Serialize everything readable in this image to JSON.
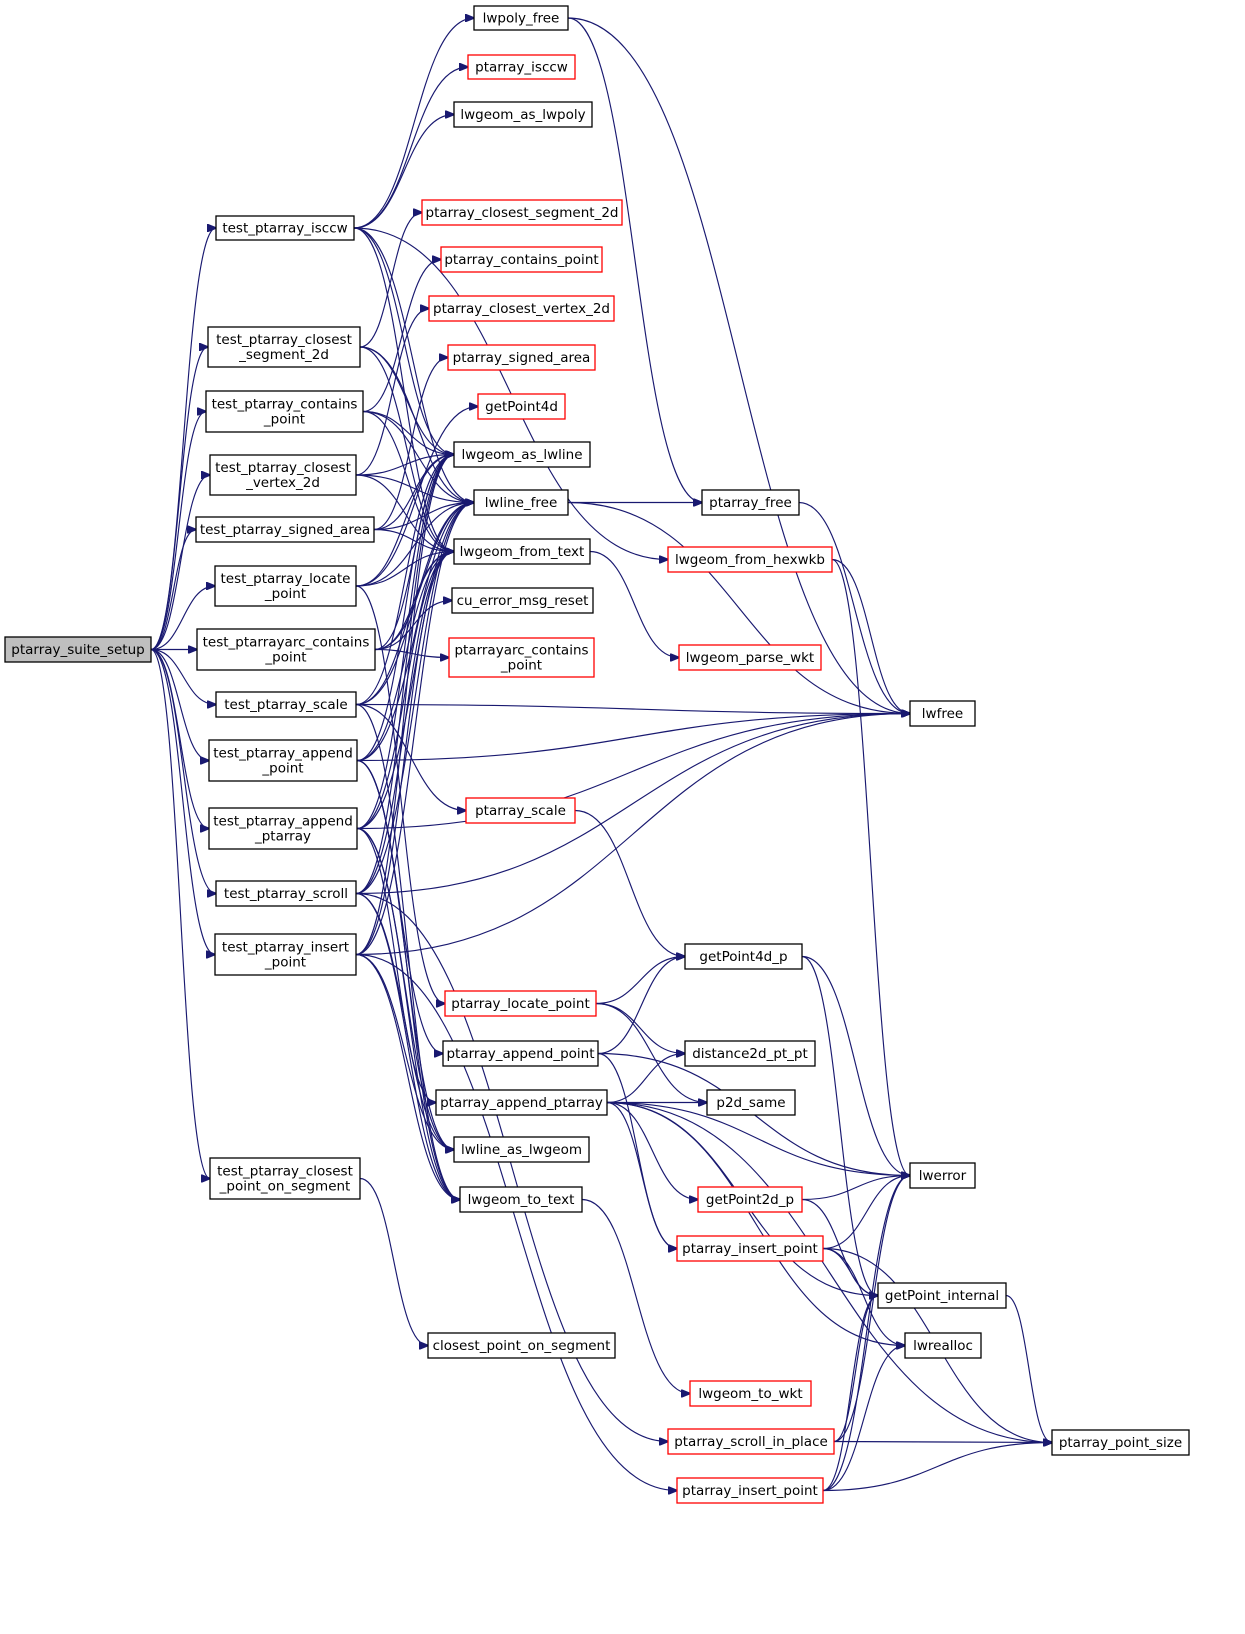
{
  "diagram": {
    "type": "call-graph",
    "root": "ptarray_suite_setup",
    "nodes": {
      "root": {
        "lines": [
          "ptarray_suite_setup"
        ],
        "style": "root"
      },
      "t_isccw": {
        "lines": [
          "test_ptarray_isccw"
        ],
        "style": "black"
      },
      "t_csd": {
        "lines": [
          "test_ptarray_closest",
          "_segment_2d"
        ],
        "style": "black"
      },
      "t_cp": {
        "lines": [
          "test_ptarray_contains",
          "_point"
        ],
        "style": "black"
      },
      "t_cv": {
        "lines": [
          "test_ptarray_closest",
          "_vertex_2d"
        ],
        "style": "black"
      },
      "t_sa": {
        "lines": [
          "test_ptarray_signed_area"
        ],
        "style": "black"
      },
      "t_lp": {
        "lines": [
          "test_ptarray_locate",
          "_point"
        ],
        "style": "black"
      },
      "t_acp": {
        "lines": [
          "test_ptarrayarc_contains",
          "_point"
        ],
        "style": "black"
      },
      "t_scale": {
        "lines": [
          "test_ptarray_scale"
        ],
        "style": "black"
      },
      "t_ap": {
        "lines": [
          "test_ptarray_append",
          "_point"
        ],
        "style": "black"
      },
      "t_apa": {
        "lines": [
          "test_ptarray_append",
          "_ptarray"
        ],
        "style": "black"
      },
      "t_scroll": {
        "lines": [
          "test_ptarray_scroll"
        ],
        "style": "black"
      },
      "t_ip": {
        "lines": [
          "test_ptarray_insert",
          "_point"
        ],
        "style": "black"
      },
      "t_cpos": {
        "lines": [
          "test_ptarray_closest",
          "_point_on_segment"
        ],
        "style": "black"
      },
      "lwpoly_free": {
        "lines": [
          "lwpoly_free"
        ],
        "style": "black"
      },
      "ptarray_isccw": {
        "lines": [
          "ptarray_isccw"
        ],
        "style": "red"
      },
      "lwgeom_as_lwpoly": {
        "lines": [
          "lwgeom_as_lwpoly"
        ],
        "style": "black"
      },
      "ptarray_closest_segment_2d": {
        "lines": [
          "ptarray_closest_segment_2d"
        ],
        "style": "red"
      },
      "ptarray_contains_point": {
        "lines": [
          "ptarray_contains_point"
        ],
        "style": "red"
      },
      "ptarray_closest_vertex_2d": {
        "lines": [
          "ptarray_closest_vertex_2d"
        ],
        "style": "red"
      },
      "ptarray_signed_area": {
        "lines": [
          "ptarray_signed_area"
        ],
        "style": "red"
      },
      "getPoint4d": {
        "lines": [
          "getPoint4d"
        ],
        "style": "red"
      },
      "lwgeom_as_lwline": {
        "lines": [
          "lwgeom_as_lwline"
        ],
        "style": "black"
      },
      "lwline_free": {
        "lines": [
          "lwline_free"
        ],
        "style": "black"
      },
      "lwgeom_from_text": {
        "lines": [
          "lwgeom_from_text"
        ],
        "style": "black"
      },
      "cu_error_msg_reset": {
        "lines": [
          "cu_error_msg_reset"
        ],
        "style": "black"
      },
      "ptarrayarc_contains_point": {
        "lines": [
          "ptarrayarc_contains",
          "_point"
        ],
        "style": "red"
      },
      "ptarray_scale": {
        "lines": [
          "ptarray_scale"
        ],
        "style": "red"
      },
      "ptarray_locate_point": {
        "lines": [
          "ptarray_locate_point"
        ],
        "style": "red"
      },
      "ptarray_append_point": {
        "lines": [
          "ptarray_append_point"
        ],
        "style": "black"
      },
      "ptarray_append_ptarray": {
        "lines": [
          "ptarray_append_ptarray"
        ],
        "style": "black"
      },
      "lwline_as_lwgeom": {
        "lines": [
          "lwline_as_lwgeom"
        ],
        "style": "black"
      },
      "lwgeom_to_text": {
        "lines": [
          "lwgeom_to_text"
        ],
        "style": "black"
      },
      "closest_point_on_segment": {
        "lines": [
          "closest_point_on_segment"
        ],
        "style": "black"
      },
      "ptarray_free": {
        "lines": [
          "ptarray_free"
        ],
        "style": "black"
      },
      "lwgeom_from_hexwkb": {
        "lines": [
          "lwgeom_from_hexwkb"
        ],
        "style": "red"
      },
      "lwgeom_parse_wkt": {
        "lines": [
          "lwgeom_parse_wkt"
        ],
        "style": "red"
      },
      "getPoint4d_p": {
        "lines": [
          "getPoint4d_p"
        ],
        "style": "black"
      },
      "distance2d_pt_pt": {
        "lines": [
          "distance2d_pt_pt"
        ],
        "style": "black"
      },
      "p2d_same": {
        "lines": [
          "p2d_same"
        ],
        "style": "black"
      },
      "getPoint2d_p": {
        "lines": [
          "getPoint2d_p"
        ],
        "style": "red"
      },
      "ptarray_insert_point_a": {
        "lines": [
          "ptarray_insert_point"
        ],
        "style": "red"
      },
      "lwgeom_to_wkt": {
        "lines": [
          "lwgeom_to_wkt"
        ],
        "style": "red"
      },
      "ptarray_scroll_in_place": {
        "lines": [
          "ptarray_scroll_in_place"
        ],
        "style": "red"
      },
      "ptarray_insert_point_b": {
        "lines": [
          "ptarray_insert_point"
        ],
        "style": "red"
      },
      "lwfree": {
        "lines": [
          "lwfree"
        ],
        "style": "black"
      },
      "lwerror": {
        "lines": [
          "lwerror"
        ],
        "style": "black"
      },
      "getPoint_internal": {
        "lines": [
          "getPoint_internal"
        ],
        "style": "black"
      },
      "lwrealloc": {
        "lines": [
          "lwrealloc"
        ],
        "style": "black"
      },
      "ptarray_point_size": {
        "lines": [
          "ptarray_point_size"
        ],
        "style": "black"
      }
    },
    "edges": [
      [
        "root",
        "t_isccw"
      ],
      [
        "root",
        "t_csd"
      ],
      [
        "root",
        "t_cp"
      ],
      [
        "root",
        "t_cv"
      ],
      [
        "root",
        "t_sa"
      ],
      [
        "root",
        "t_lp"
      ],
      [
        "root",
        "t_acp"
      ],
      [
        "root",
        "t_scale"
      ],
      [
        "root",
        "t_ap"
      ],
      [
        "root",
        "t_apa"
      ],
      [
        "root",
        "t_scroll"
      ],
      [
        "root",
        "t_ip"
      ],
      [
        "root",
        "t_cpos"
      ],
      [
        "t_isccw",
        "lwpoly_free"
      ],
      [
        "t_isccw",
        "ptarray_isccw"
      ],
      [
        "t_isccw",
        "lwgeom_as_lwpoly"
      ],
      [
        "t_isccw",
        "lwgeom_from_hexwkb"
      ],
      [
        "t_isccw",
        "lwgeom_as_lwline"
      ],
      [
        "t_isccw",
        "lwline_free"
      ],
      [
        "t_isccw",
        "lwgeom_from_text"
      ],
      [
        "t_csd",
        "ptarray_closest_segment_2d"
      ],
      [
        "t_csd",
        "lwgeom_as_lwline"
      ],
      [
        "t_csd",
        "lwline_free"
      ],
      [
        "t_csd",
        "lwgeom_from_text"
      ],
      [
        "t_cp",
        "ptarray_contains_point"
      ],
      [
        "t_cp",
        "lwgeom_as_lwline"
      ],
      [
        "t_cp",
        "lwline_free"
      ],
      [
        "t_cp",
        "lwgeom_from_text"
      ],
      [
        "t_cv",
        "ptarray_closest_vertex_2d"
      ],
      [
        "t_cv",
        "lwgeom_as_lwline"
      ],
      [
        "t_cv",
        "lwline_free"
      ],
      [
        "t_cv",
        "lwgeom_from_text"
      ],
      [
        "t_sa",
        "ptarray_signed_area"
      ],
      [
        "t_sa",
        "lwline_free"
      ],
      [
        "t_sa",
        "lwgeom_from_text"
      ],
      [
        "t_sa",
        "lwgeom_as_lwline"
      ],
      [
        "t_lp",
        "getPoint4d"
      ],
      [
        "t_lp",
        "lwgeom_from_text"
      ],
      [
        "t_lp",
        "lwline_free"
      ],
      [
        "t_lp",
        "lwgeom_as_lwline"
      ],
      [
        "t_lp",
        "ptarray_locate_point"
      ],
      [
        "t_acp",
        "cu_error_msg_reset"
      ],
      [
        "t_acp",
        "ptarrayarc_contains_point"
      ],
      [
        "t_acp",
        "lwgeom_from_text"
      ],
      [
        "t_acp",
        "lwline_free"
      ],
      [
        "t_acp",
        "lwgeom_as_lwline"
      ],
      [
        "t_scale",
        "lwfree"
      ],
      [
        "t_scale",
        "ptarray_scale"
      ],
      [
        "t_scale",
        "lwgeom_from_text"
      ],
      [
        "t_scale",
        "lwline_free"
      ],
      [
        "t_scale",
        "lwgeom_as_lwline"
      ],
      [
        "t_scale",
        "lwgeom_to_text"
      ],
      [
        "t_ap",
        "lwfree"
      ],
      [
        "t_ap",
        "ptarray_append_point"
      ],
      [
        "t_ap",
        "lwline_as_lwgeom"
      ],
      [
        "t_ap",
        "lwgeom_to_text"
      ],
      [
        "t_ap",
        "lwgeom_from_text"
      ],
      [
        "t_ap",
        "lwline_free"
      ],
      [
        "t_ap",
        "lwgeom_as_lwline"
      ],
      [
        "t_apa",
        "lwfree"
      ],
      [
        "t_apa",
        "ptarray_append_ptarray"
      ],
      [
        "t_apa",
        "lwline_as_lwgeom"
      ],
      [
        "t_apa",
        "lwgeom_to_text"
      ],
      [
        "t_apa",
        "lwgeom_from_text"
      ],
      [
        "t_apa",
        "lwline_free"
      ],
      [
        "t_apa",
        "lwgeom_as_lwline"
      ],
      [
        "t_scroll",
        "lwfree"
      ],
      [
        "t_scroll",
        "ptarray_scroll_in_place"
      ],
      [
        "t_scroll",
        "lwline_as_lwgeom"
      ],
      [
        "t_scroll",
        "lwgeom_to_text"
      ],
      [
        "t_scroll",
        "lwgeom_from_text"
      ],
      [
        "t_scroll",
        "lwline_free"
      ],
      [
        "t_scroll",
        "lwgeom_as_lwline"
      ],
      [
        "t_ip",
        "lwfree"
      ],
      [
        "t_ip",
        "ptarray_insert_point_b"
      ],
      [
        "t_ip",
        "lwline_as_lwgeom"
      ],
      [
        "t_ip",
        "lwgeom_to_text"
      ],
      [
        "t_ip",
        "lwgeom_from_text"
      ],
      [
        "t_ip",
        "lwline_free"
      ],
      [
        "t_ip",
        "lwgeom_as_lwline"
      ],
      [
        "t_cpos",
        "closest_point_on_segment"
      ],
      [
        "lwpoly_free",
        "ptarray_free"
      ],
      [
        "lwpoly_free",
        "lwfree"
      ],
      [
        "lwline_free",
        "ptarray_free"
      ],
      [
        "lwline_free",
        "lwfree"
      ],
      [
        "lwgeom_from_text",
        "lwgeom_parse_wkt"
      ],
      [
        "ptarray_free",
        "lwfree"
      ],
      [
        "lwgeom_from_hexwkb",
        "lwfree"
      ],
      [
        "lwgeom_from_hexwkb",
        "lwerror"
      ],
      [
        "ptarray_scale",
        "getPoint4d_p"
      ],
      [
        "ptarray_locate_point",
        "getPoint4d_p"
      ],
      [
        "ptarray_locate_point",
        "distance2d_pt_pt"
      ],
      [
        "ptarray_locate_point",
        "p2d_same"
      ],
      [
        "ptarray_append_point",
        "getPoint4d_p"
      ],
      [
        "ptarray_append_point",
        "lwerror"
      ],
      [
        "ptarray_append_point",
        "ptarray_insert_point_a"
      ],
      [
        "ptarray_append_ptarray",
        "distance2d_pt_pt"
      ],
      [
        "ptarray_append_ptarray",
        "p2d_same"
      ],
      [
        "ptarray_append_ptarray",
        "lwerror"
      ],
      [
        "ptarray_append_ptarray",
        "getPoint2d_p"
      ],
      [
        "ptarray_append_ptarray",
        "ptarray_insert_point_a"
      ],
      [
        "ptarray_append_ptarray",
        "getPoint_internal"
      ],
      [
        "ptarray_append_ptarray",
        "lwrealloc"
      ],
      [
        "ptarray_append_ptarray",
        "ptarray_point_size"
      ],
      [
        "lwgeom_to_text",
        "lwgeom_to_wkt"
      ],
      [
        "getPoint4d_p",
        "lwerror"
      ],
      [
        "getPoint4d_p",
        "getPoint_internal"
      ],
      [
        "getPoint2d_p",
        "lwerror"
      ],
      [
        "getPoint2d_p",
        "getPoint_internal"
      ],
      [
        "ptarray_insert_point_a",
        "lwerror"
      ],
      [
        "ptarray_insert_point_a",
        "getPoint_internal"
      ],
      [
        "ptarray_insert_point_a",
        "lwrealloc"
      ],
      [
        "ptarray_insert_point_a",
        "ptarray_point_size"
      ],
      [
        "ptarray_scroll_in_place",
        "lwerror"
      ],
      [
        "ptarray_scroll_in_place",
        "getPoint_internal"
      ],
      [
        "ptarray_scroll_in_place",
        "ptarray_point_size"
      ],
      [
        "ptarray_insert_point_b",
        "lwerror"
      ],
      [
        "ptarray_insert_point_b",
        "getPoint_internal"
      ],
      [
        "ptarray_insert_point_b",
        "lwrealloc"
      ],
      [
        "ptarray_insert_point_b",
        "ptarray_point_size"
      ],
      [
        "getPoint_internal",
        "ptarray_point_size"
      ]
    ],
    "colors": {
      "edge": "#191970",
      "root_fill": "#bfbfbf",
      "black_border": "#000000",
      "red_border": "#ff0000"
    }
  }
}
